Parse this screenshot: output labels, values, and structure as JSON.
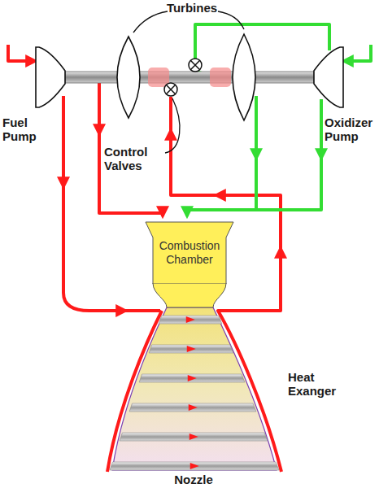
{
  "diagram": {
    "nodes": [
      {
        "text": [
          "Combustion Chamber"
        ]
      }
    ],
    "labels": [
      "Turbines",
      "Fuel Pump",
      "Control Valves",
      "Oxidizer Pump",
      "Heat Exanger",
      "Nozzle"
    ]
  }
}
